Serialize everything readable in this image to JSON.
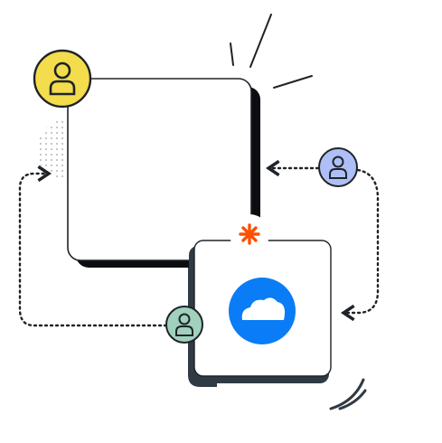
{
  "colors": {
    "outline": "#1f2328",
    "card_fill": "#ffffff",
    "card_shadow": "#0b0d10",
    "small_card_shadow": "#2f3a44",
    "user_top_fill": "#f3dd4c",
    "user_right_fill": "#aebff7",
    "user_bottom_fill": "#9fd1bd",
    "zapier_orange": "#ff4f00",
    "cloud_app_blue": "#0a7cf5",
    "dots": "#9aa0a6"
  },
  "icons": {
    "user_top": "person-icon",
    "user_right": "person-icon",
    "user_bottom": "person-icon",
    "zapier": "asterisk-icon",
    "cloud_app": "cloud-icon",
    "sparkle": "burst-lines",
    "swoosh": "motion-lines"
  },
  "connections": [
    {
      "from": "user_right",
      "to": "main_card",
      "style": "dotted-arrow"
    },
    {
      "from": "user_right",
      "to": "cloud_card",
      "style": "dotted-arrow"
    },
    {
      "from": "user_bottom",
      "to": "main_card",
      "style": "dotted-arrow"
    },
    {
      "from": "main_card",
      "to": "cloud_card",
      "style": "solid-connector"
    }
  ]
}
